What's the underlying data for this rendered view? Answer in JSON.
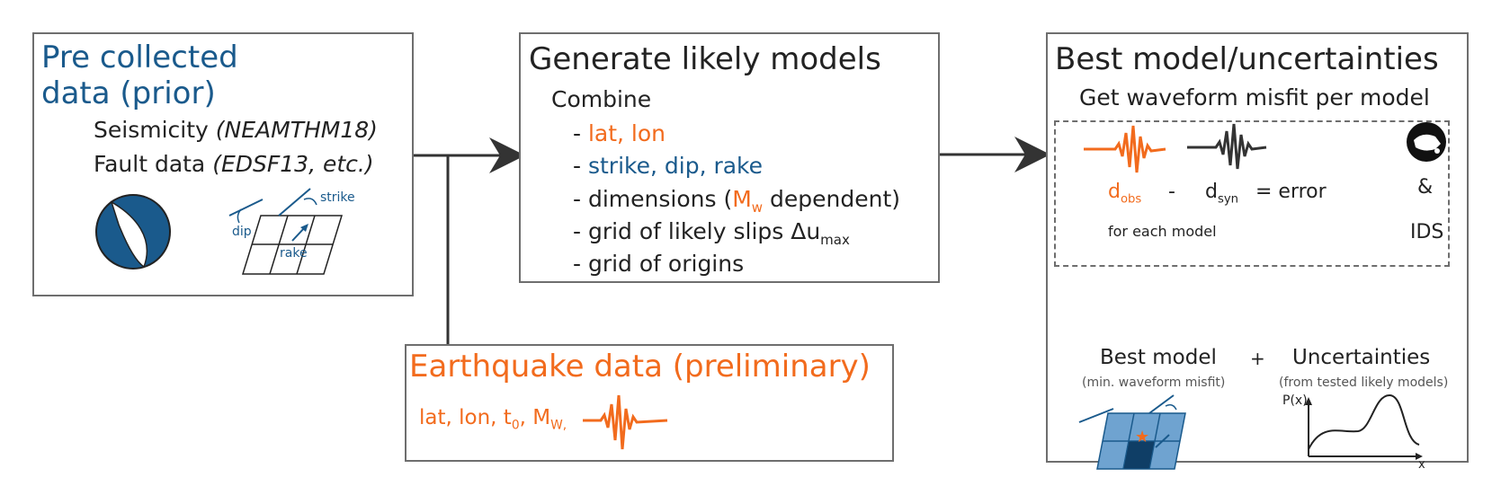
{
  "box1": {
    "title_line1": "Pre collected",
    "title_line2": "data (prior)",
    "seismicity_label": "Seismicity",
    "seismicity_source": "(NEAMTHM18)",
    "fault_label": "Fault data",
    "fault_source": "(EDSF13, etc.)",
    "strike_label": "strike",
    "dip_label": "dip",
    "rake_label": "rake"
  },
  "box2": {
    "title": "Generate likely models",
    "subtitle": "Combine",
    "items": [
      {
        "prefix": "- ",
        "text": "lat, lon"
      },
      {
        "prefix": "- ",
        "text": "strike, dip, rake"
      },
      {
        "prefix": "- ",
        "text": "dimensions ("
      },
      {
        "prefix": "- ",
        "text": "grid of likely slips Δu"
      },
      {
        "prefix": "- ",
        "text": "grid of origins"
      }
    ],
    "mw_main": "M",
    "mw_sub": "w",
    "dimensions_tail": " dependent)",
    "slips_sub": "max"
  },
  "box3": {
    "title": "Earthquake data (preliminary)",
    "params_prefix": "lat, lon, t",
    "t_sub": "0",
    "comma": ", M",
    "mw_sub": "W,"
  },
  "box4": {
    "title": "Best model/uncertainties",
    "subtitle": "Get waveform misfit per model",
    "d_main": "d",
    "dobs_sub": "obs",
    "minus": "-",
    "dsyn_sub": "syn",
    "equals_error": "= error",
    "for_each_model": "for each model",
    "ampersand": "&",
    "ids": "IDS",
    "best_model": "Best model",
    "plus": "+",
    "uncertainties": "Uncertainties",
    "best_model_note": "(min. waveform misfit)",
    "uncertainties_note": "(from tested likely models)",
    "px_label": "P(x)",
    "x_label": "x"
  },
  "colors": {
    "blue": "#1a5a8c",
    "orange": "#f26b1d",
    "border": "#6e6e6e",
    "arrow": "#333333"
  }
}
